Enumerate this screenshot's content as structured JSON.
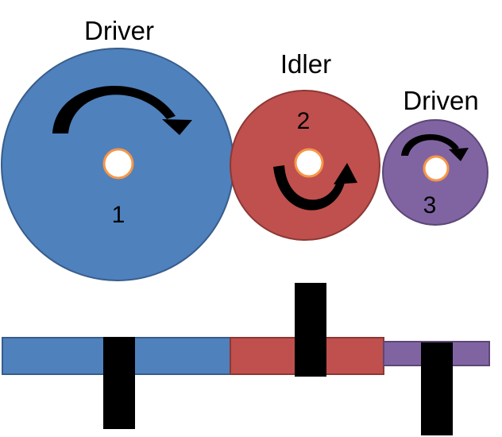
{
  "gears": [
    {
      "label": "Driver",
      "number": "1",
      "color": "#4F81BD",
      "rotation": "clockwise"
    },
    {
      "label": "Idler",
      "number": "2",
      "color": "#C0504D",
      "rotation": "counter-clockwise"
    },
    {
      "label": "Driven",
      "number": "3",
      "color": "#8064A2",
      "rotation": "clockwise"
    }
  ],
  "hub_color": "#F79646",
  "shaft_color": "#000000",
  "icons": [
    "rotation-arrow-icon"
  ]
}
